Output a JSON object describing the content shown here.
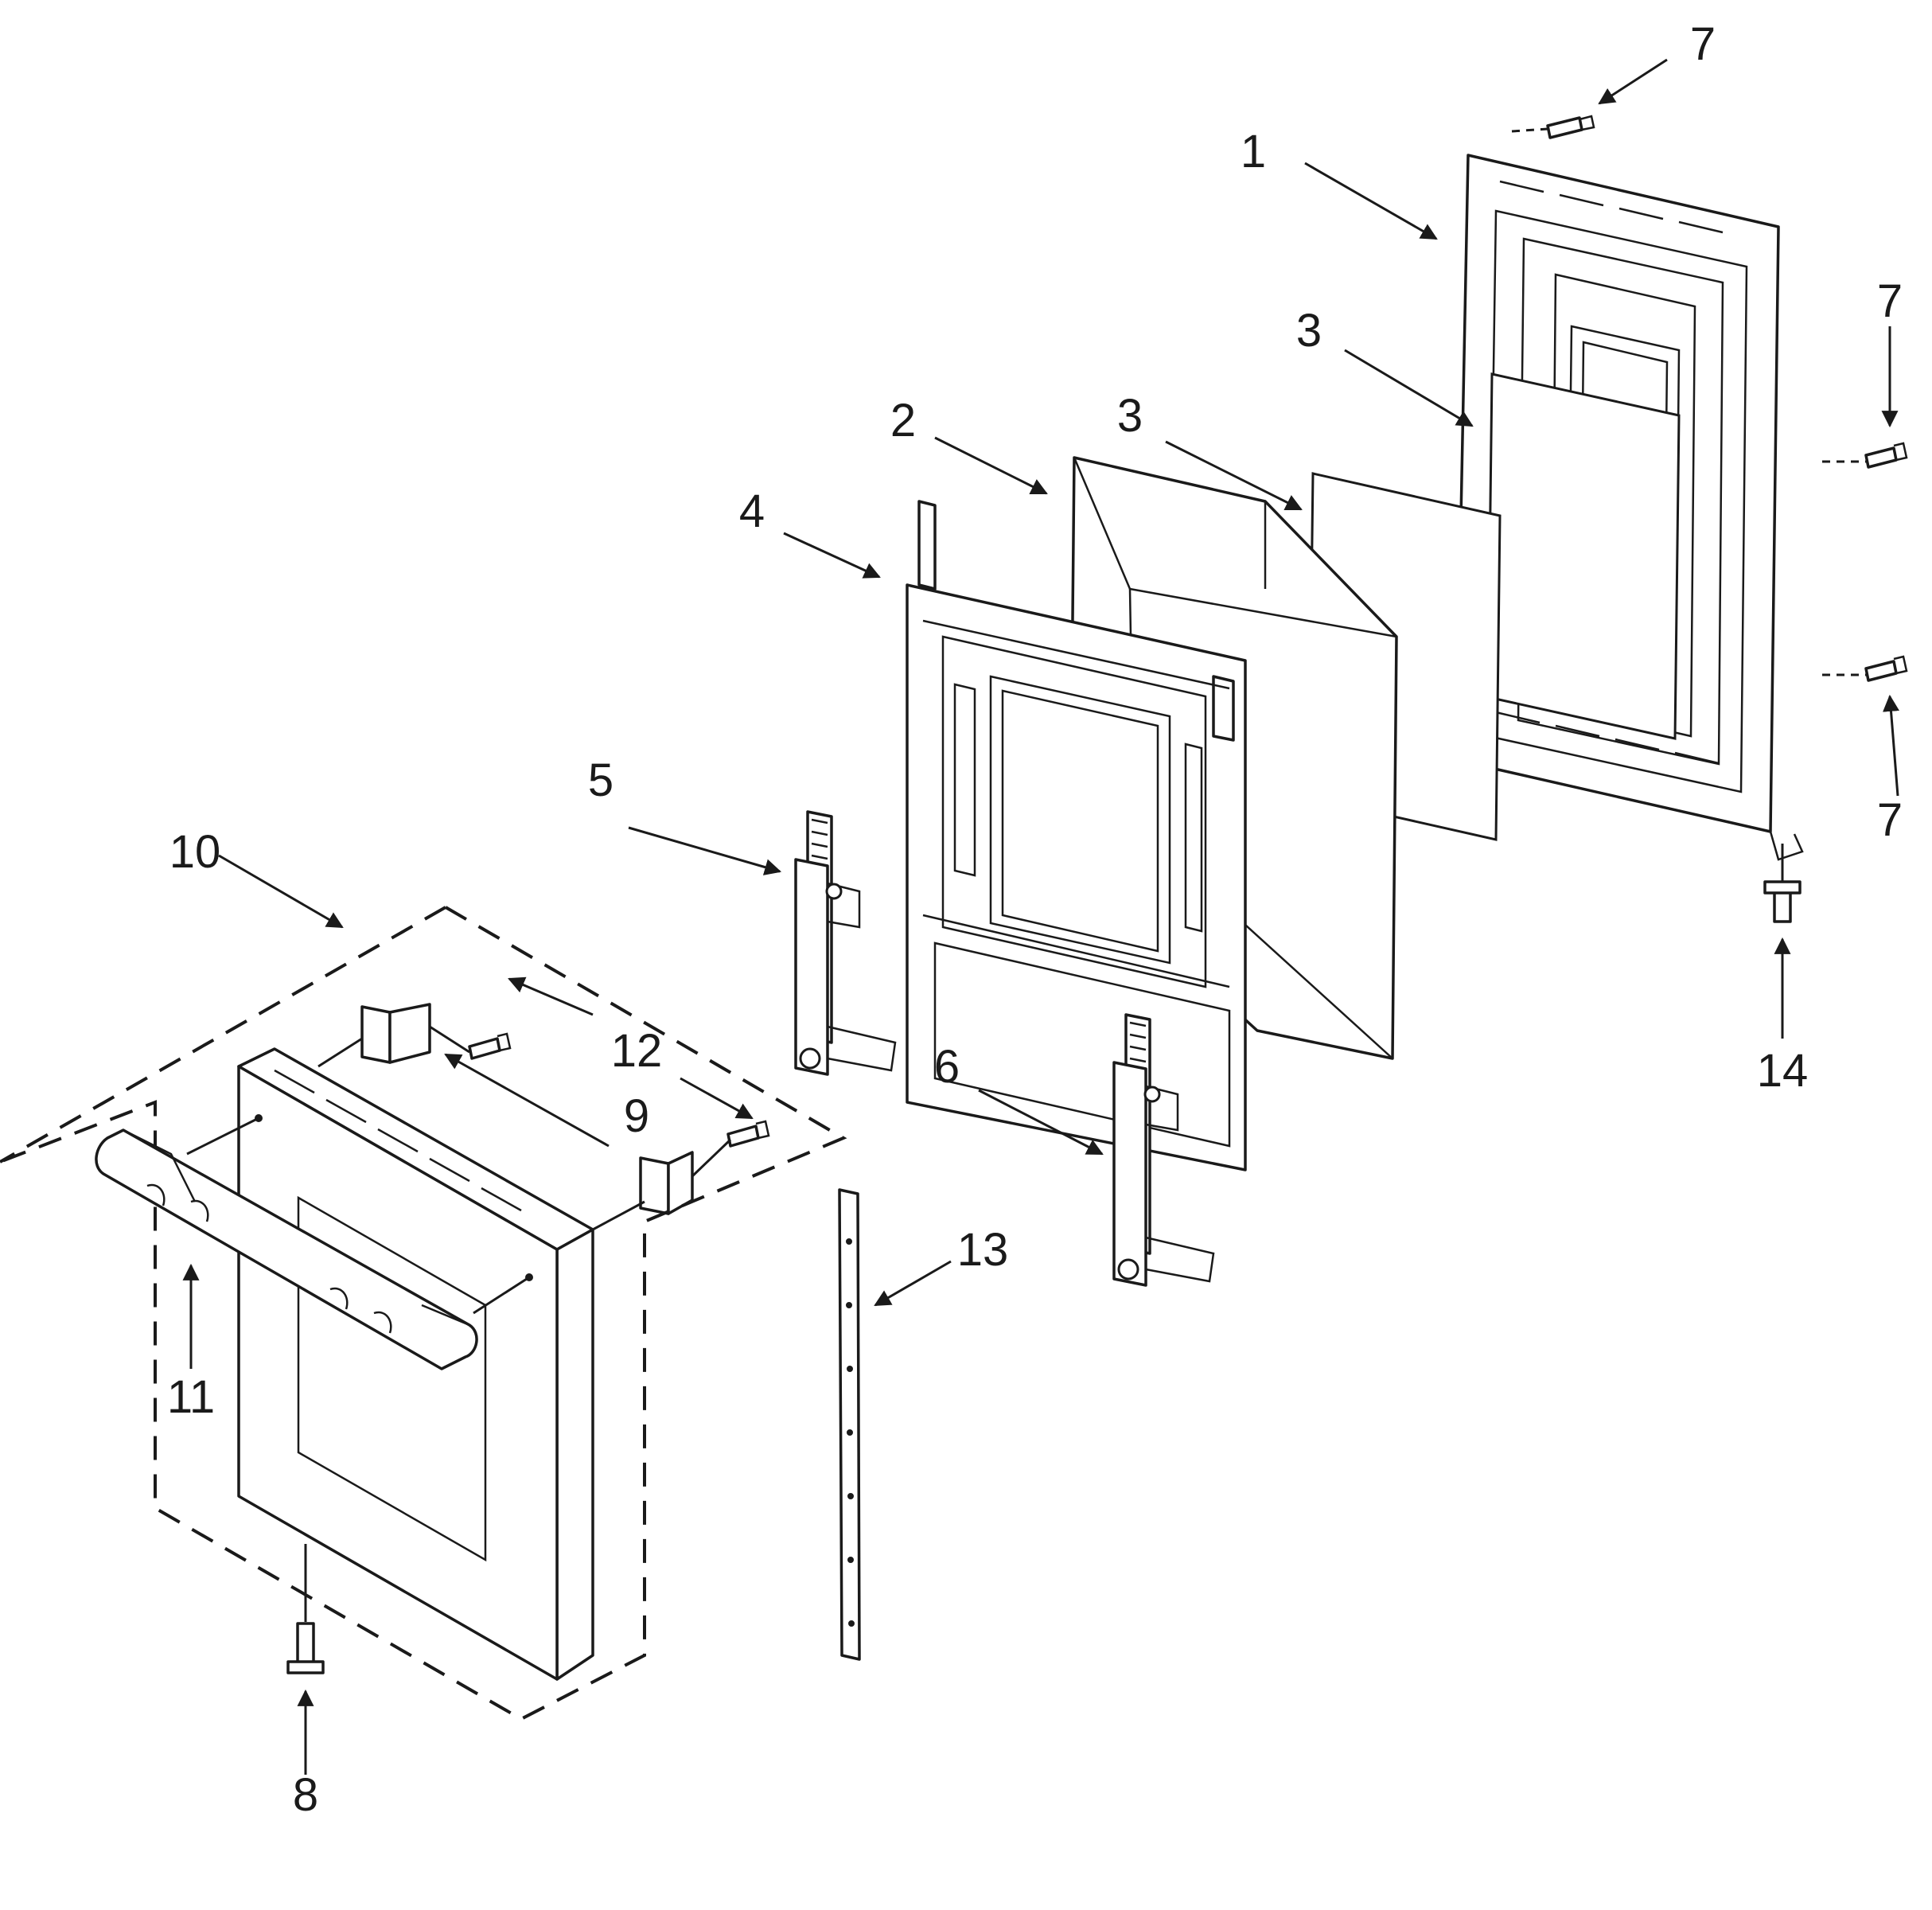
{
  "callouts": [
    {
      "id": "c1",
      "text": "1"
    },
    {
      "id": "c2",
      "text": "2"
    },
    {
      "id": "c3a",
      "text": "3"
    },
    {
      "id": "c3b",
      "text": "3"
    },
    {
      "id": "c4",
      "text": "4"
    },
    {
      "id": "c5",
      "text": "5"
    },
    {
      "id": "c6",
      "text": "6"
    },
    {
      "id": "c7a",
      "text": "7"
    },
    {
      "id": "c7b",
      "text": "7"
    },
    {
      "id": "c7c",
      "text": "7"
    },
    {
      "id": "c8",
      "text": "8"
    },
    {
      "id": "c9",
      "text": "9"
    },
    {
      "id": "c10",
      "text": "10"
    },
    {
      "id": "c11",
      "text": "11"
    },
    {
      "id": "c12",
      "text": "12"
    },
    {
      "id": "c13",
      "text": "13"
    },
    {
      "id": "c14",
      "text": "14"
    }
  ],
  "line_color": "#1a1a1a",
  "background": "#ffffff"
}
